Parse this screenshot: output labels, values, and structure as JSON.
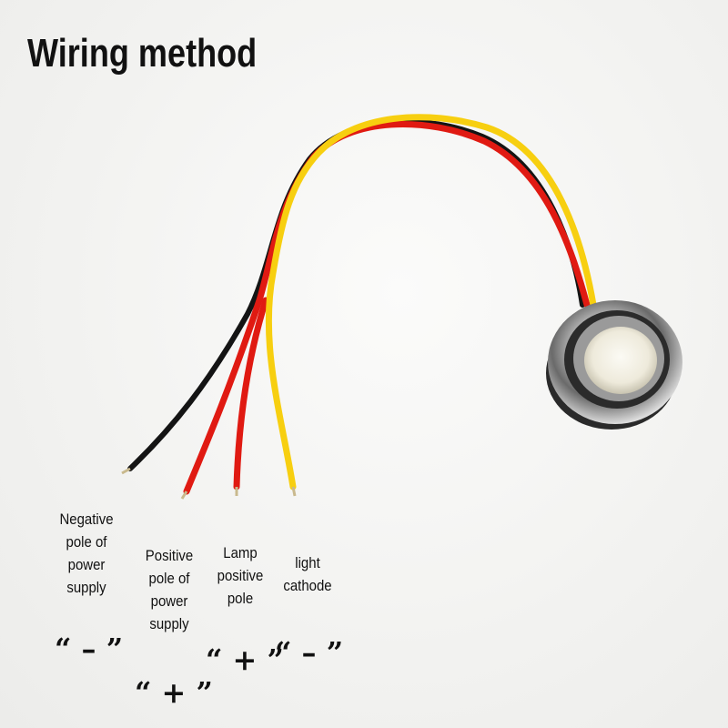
{
  "title": "Wiring method",
  "labels": {
    "negative_supply": "Negative pole of power supply",
    "positive_supply": "Positive pole of power supply",
    "lamp_positive": "Lamp positive pole",
    "light_cathode": "light cathode"
  },
  "symbols": {
    "negative_supply": "“ – ”",
    "positive_supply": "“ + ”",
    "lamp_positive": "“ + ”",
    "light_cathode": "“ – ”"
  },
  "colors": {
    "background": "#f3f3f1",
    "wire_black": "#141414",
    "wire_red": "#e01a12",
    "wire_yellow": "#f7cf10",
    "button_chrome": "#c9c9c9",
    "button_face": "#f1efe6"
  }
}
